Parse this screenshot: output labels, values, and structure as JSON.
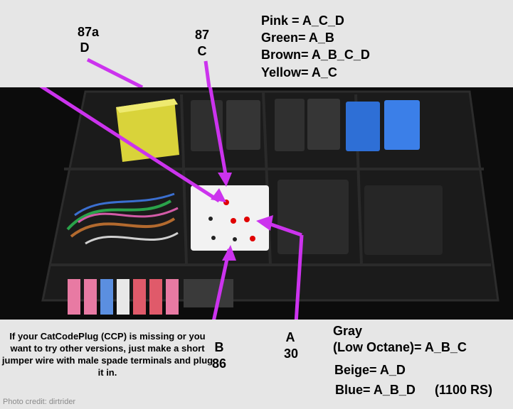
{
  "legend": {
    "pink": "Pink = A_C_D",
    "green": "Green= A_B",
    "brown": "Brown= A_B_C_D",
    "yellow": "Yellow= A_C"
  },
  "pins": {
    "d_top": "87a",
    "d_bottom": "D",
    "c_top": "87",
    "c_bottom": "C",
    "b_top": "B",
    "b_bottom": "86",
    "a_top": "A",
    "a_bottom": "30"
  },
  "extra_codes": {
    "gray_line1": "Gray",
    "gray_line2": "(Low Octane)= A_B_C",
    "beige": "Beige= A_D",
    "blue": "Blue= A_B_D",
    "blue_note": "(1100 RS)"
  },
  "instructions": "If your CatCodePlug (CCP) is missing or you want to try other versions, just make a short jumper wire with male spade terminals and plug it in.",
  "credit": "Photo credit: dirtrider",
  "colors": {
    "arrow": "#cc33ee",
    "socket_dot": "#e00000",
    "background": "#e6e6e6"
  }
}
